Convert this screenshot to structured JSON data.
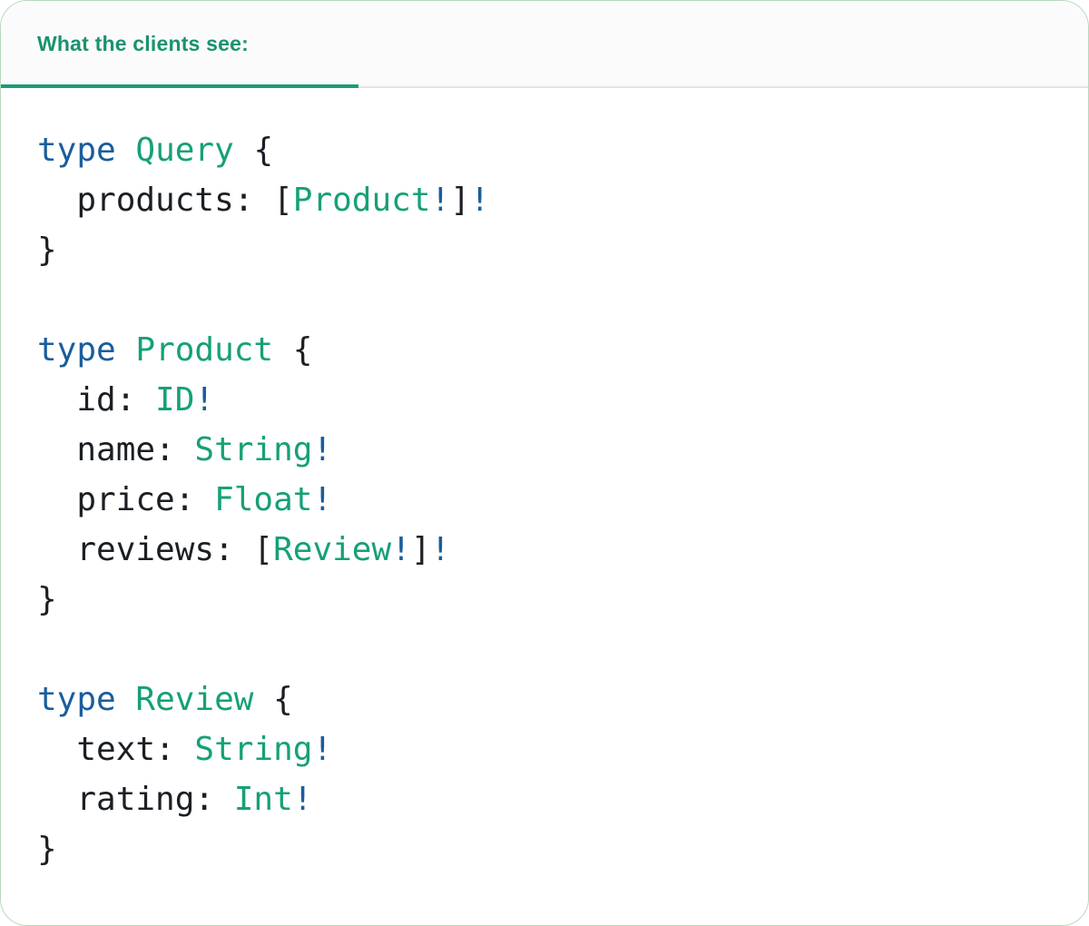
{
  "colors": {
    "tab_green": "#1a9270",
    "underline_green": "#1a9e78",
    "border_green": "#b7d8bf",
    "header_bg": "#fbfbfb",
    "divider_gray": "#e4e4e4",
    "code_keyword_blue": "#1a5d9c",
    "code_type_green": "#16a078",
    "code_plain_dark": "#1b1f24"
  },
  "tab": {
    "label": "What the clients see:"
  },
  "code": {
    "language": "graphql-sdl",
    "raw": "type Query {\n  products: [Product!]!\n}\n\ntype Product {\n  id: ID!\n  name: String!\n  price: Float!\n  reviews: [Review!]!\n}\n\ntype Review {\n  text: String!\n  rating: Int!\n}",
    "lines": [
      {
        "tokens": [
          {
            "t": "type",
            "c": "kw"
          },
          {
            "t": " ",
            "c": "pl"
          },
          {
            "t": "Query",
            "c": "ty"
          },
          {
            "t": " {",
            "c": "pl"
          }
        ]
      },
      {
        "tokens": [
          {
            "t": "  products: ",
            "c": "pl"
          },
          {
            "t": "[",
            "c": "pl"
          },
          {
            "t": "Product",
            "c": "ty"
          },
          {
            "t": "!",
            "c": "ex"
          },
          {
            "t": "]",
            "c": "pl"
          },
          {
            "t": "!",
            "c": "ex"
          }
        ]
      },
      {
        "tokens": [
          {
            "t": "}",
            "c": "pl"
          }
        ]
      },
      {
        "tokens": []
      },
      {
        "tokens": [
          {
            "t": "type",
            "c": "kw"
          },
          {
            "t": " ",
            "c": "pl"
          },
          {
            "t": "Product",
            "c": "ty"
          },
          {
            "t": " {",
            "c": "pl"
          }
        ]
      },
      {
        "tokens": [
          {
            "t": "  id: ",
            "c": "pl"
          },
          {
            "t": "ID",
            "c": "ty"
          },
          {
            "t": "!",
            "c": "ex"
          }
        ]
      },
      {
        "tokens": [
          {
            "t": "  name: ",
            "c": "pl"
          },
          {
            "t": "String",
            "c": "ty"
          },
          {
            "t": "!",
            "c": "ex"
          }
        ]
      },
      {
        "tokens": [
          {
            "t": "  price: ",
            "c": "pl"
          },
          {
            "t": "Float",
            "c": "ty"
          },
          {
            "t": "!",
            "c": "ex"
          }
        ]
      },
      {
        "tokens": [
          {
            "t": "  reviews: ",
            "c": "pl"
          },
          {
            "t": "[",
            "c": "pl"
          },
          {
            "t": "Review",
            "c": "ty"
          },
          {
            "t": "!",
            "c": "ex"
          },
          {
            "t": "]",
            "c": "pl"
          },
          {
            "t": "!",
            "c": "ex"
          }
        ]
      },
      {
        "tokens": [
          {
            "t": "}",
            "c": "pl"
          }
        ]
      },
      {
        "tokens": []
      },
      {
        "tokens": [
          {
            "t": "type",
            "c": "kw"
          },
          {
            "t": " ",
            "c": "pl"
          },
          {
            "t": "Review",
            "c": "ty"
          },
          {
            "t": " {",
            "c": "pl"
          }
        ]
      },
      {
        "tokens": [
          {
            "t": "  text: ",
            "c": "pl"
          },
          {
            "t": "String",
            "c": "ty"
          },
          {
            "t": "!",
            "c": "ex"
          }
        ]
      },
      {
        "tokens": [
          {
            "t": "  rating: ",
            "c": "pl"
          },
          {
            "t": "Int",
            "c": "ty"
          },
          {
            "t": "!",
            "c": "ex"
          }
        ]
      },
      {
        "tokens": [
          {
            "t": "}",
            "c": "pl"
          }
        ]
      }
    ]
  }
}
